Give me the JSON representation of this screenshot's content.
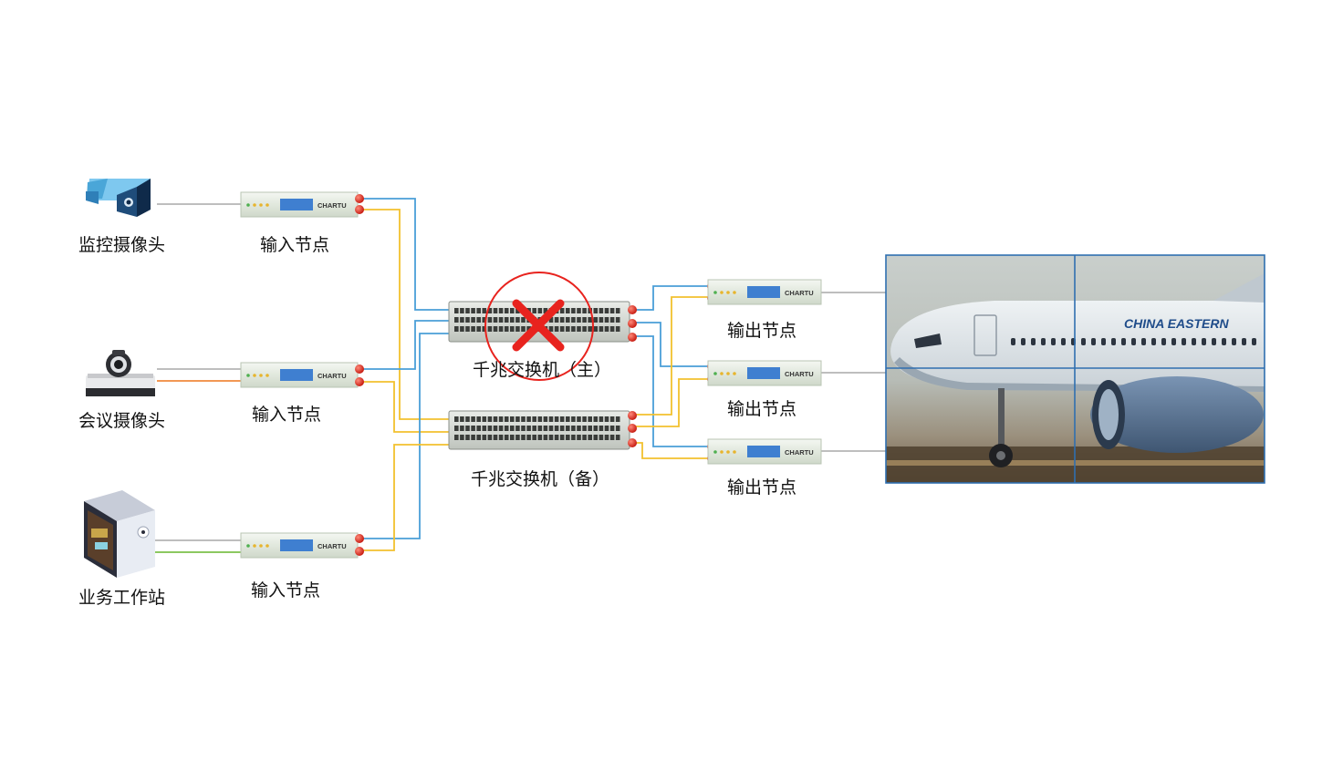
{
  "sources": [
    {
      "id": "cam-monitor",
      "label": "监控摄像头"
    },
    {
      "id": "cam-meeting",
      "label": "会议摄像头"
    },
    {
      "id": "workstation",
      "label": "业务工作站"
    }
  ],
  "input_nodes": [
    {
      "label": "输入节点",
      "brand": "CHARTU"
    },
    {
      "label": "输入节点",
      "brand": "CHARTU"
    },
    {
      "label": "输入节点",
      "brand": "CHARTU"
    }
  ],
  "switches": {
    "primary": {
      "label": "千兆交换机（主）",
      "status": "failed"
    },
    "backup": {
      "label": "千兆交换机（备）",
      "status": "active"
    }
  },
  "output_nodes": [
    {
      "label": "输出节点",
      "brand": "CHARTU"
    },
    {
      "label": "输出节点",
      "brand": "CHARTU"
    },
    {
      "label": "输出节点",
      "brand": "CHARTU"
    }
  ],
  "video_wall": {
    "screen_text": "CHINA EASTERN",
    "tiles": "2x2"
  },
  "colors": {
    "link_primary": "#4a9fd8",
    "link_backup": "#f2c12e",
    "link_orange": "#f08a3c",
    "link_green": "#7cc04a",
    "link_gray": "#b4b4b4",
    "failure": "#e8231e",
    "display_lcd": "#3f7fd0"
  },
  "icons": [
    "security-camera-icon",
    "conference-camera-icon",
    "workstation-tower-icon",
    "failure-x-icon"
  ]
}
